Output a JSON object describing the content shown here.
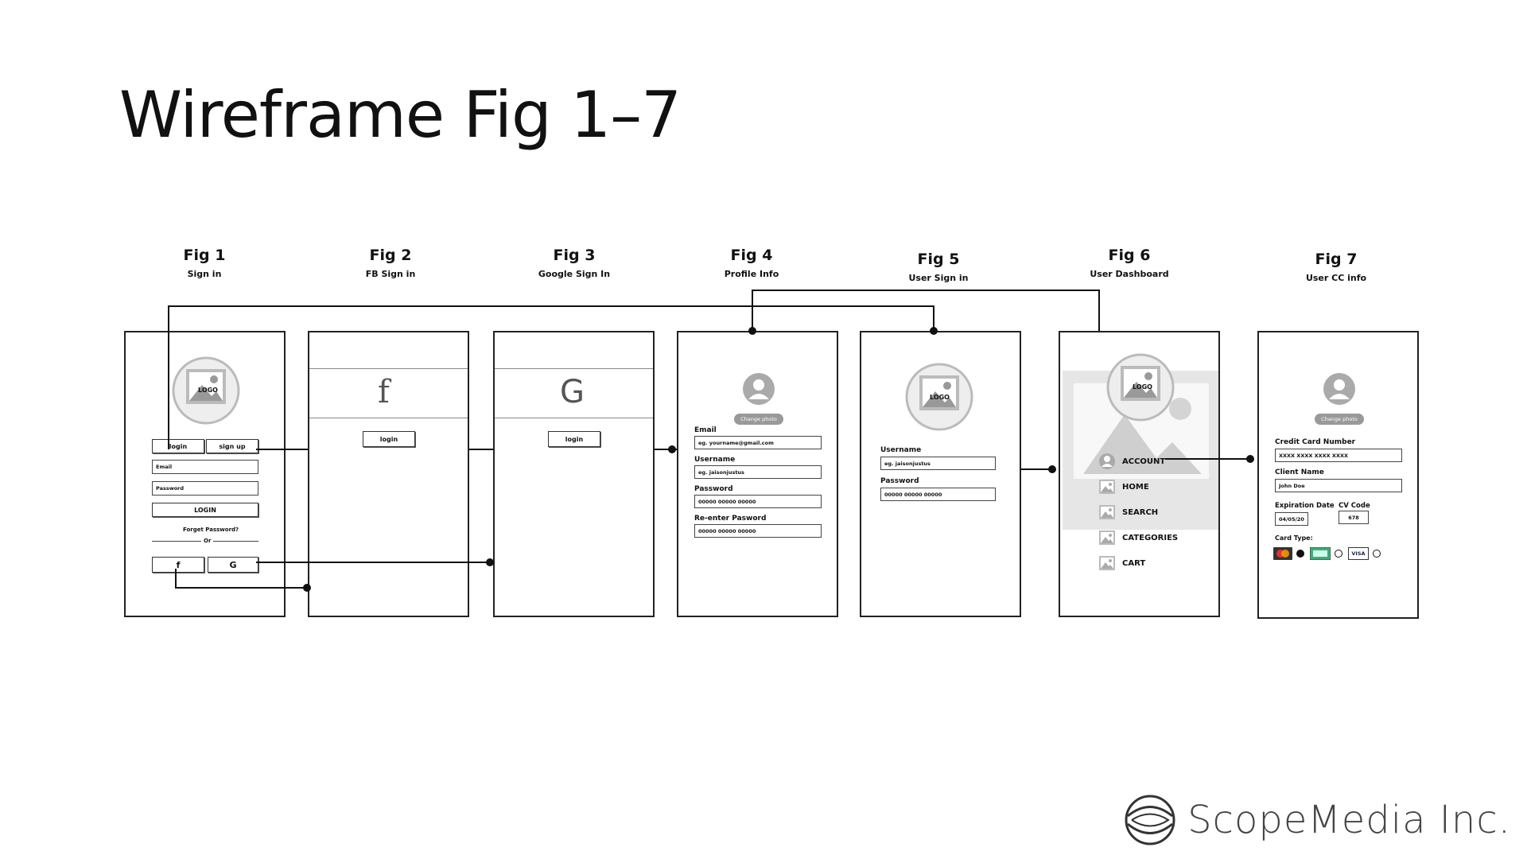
{
  "page": {
    "title": "Wireframe Fig 1–7",
    "brand": "ScopeMedia Inc."
  },
  "figures": [
    {
      "label": "Fig 1",
      "sub": "Sign in"
    },
    {
      "label": "Fig 2",
      "sub": "FB Sign in"
    },
    {
      "label": "Fig 3",
      "sub": "Google Sign In"
    },
    {
      "label": "Fig 4",
      "sub": "Profile Info"
    },
    {
      "label": "Fig 5",
      "sub": "User Sign in"
    },
    {
      "label": "Fig 6",
      "sub": "User Dashboard"
    },
    {
      "label": "Fig 7",
      "sub": "User CC info"
    }
  ],
  "fig1": {
    "logo": "LOGO",
    "tab_login": "login",
    "tab_signup": "sign up",
    "email": "Email",
    "password": "Password",
    "login_btn": "LOGIN",
    "forgot": "Forget Password?",
    "or": "Or",
    "fb": "f",
    "google": "G"
  },
  "fig2": {
    "icon": "f",
    "login": "login"
  },
  "fig3": {
    "icon": "G",
    "login": "login"
  },
  "fig4": {
    "change_photo": "Change photo",
    "email_label": "Email",
    "email_value": "eg. yourname@gmail.com",
    "username_label": "Username",
    "username_value": "eg. jaisonjustus",
    "password_label": "Password",
    "password_value": "00000 00000 00000",
    "reenter_label": "Re-enter Pasword",
    "reenter_value": "00000 00000 00000"
  },
  "fig5": {
    "logo": "LOGO",
    "username_label": "Username",
    "username_value": "eg. jaisonjustus",
    "password_label": "Password",
    "password_value": "00000 00000 00000"
  },
  "fig6": {
    "logo": "LOGO",
    "menu": [
      "ACCOUNT",
      "HOME",
      "SEARCH",
      "CATEGORIES",
      "CART"
    ]
  },
  "fig7": {
    "change_photo": "Change photo",
    "cc_label": "Credit Card Number",
    "cc_value": "XXXX   XXXX   XXXX   XXXX",
    "name_label": "Client Name",
    "name_value": "John Doe",
    "exp_label": "Expiration Date",
    "exp_value": "04/05/20",
    "cv_label": "CV Code",
    "cv_value": "678",
    "card_type": "Card Type:",
    "visa": "VISA"
  },
  "colors": {
    "line": "#111111",
    "placeholder": "#bbbbbb",
    "pill": "#999999"
  }
}
